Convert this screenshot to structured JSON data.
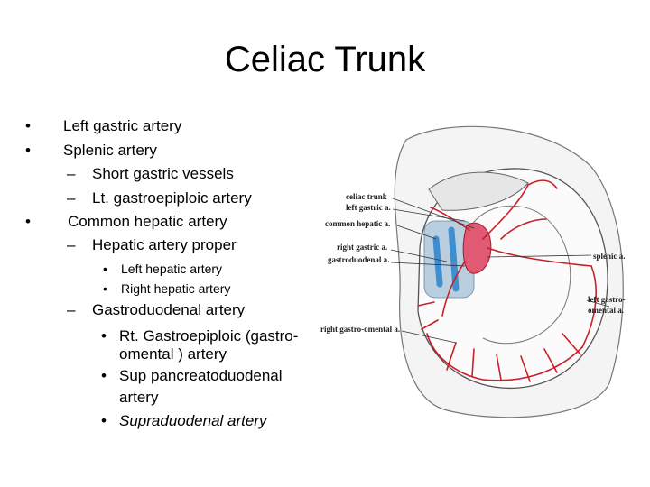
{
  "slide": {
    "title": "Celiac Trunk",
    "bullet_symbol": "•",
    "dash_symbol": "–",
    "items": {
      "left_gastric": "Left gastric artery",
      "splenic": "Splenic artery",
      "short_gastric": "Short gastric vessels",
      "lt_gastroepiploic": "Lt. gastroepiploic artery",
      "common_hepatic": "Common hepatic artery",
      "hepatic_proper": "Hepatic artery proper",
      "left_hepatic": "Left hepatic artery",
      "right_hepatic": "Right hepatic artery",
      "gastroduodenal": "Gastroduodenal artery",
      "rt_gastroepiploic_1": "Rt. Gastroepiploic (gastro-",
      "rt_gastroepiploic_2": "omental ) artery",
      "sup_pancreato_1": "Sup pancreatoduodenal",
      "sup_pancreato_2": "artery",
      "supraduodenal": "Supraduodenal artery"
    }
  },
  "figure": {
    "labels": {
      "celiac_trunk": "celiac trunk",
      "left_gastric": "left gastric a.",
      "common_hepatic": "common hepatic a.",
      "right_gastric": "right gastric a.",
      "gastroduodenal": "gastroduodenal a.",
      "splenic": "splenic a.",
      "left_gastro_1": "left gastro-",
      "left_gastro_2": "omental a.",
      "right_gastro_omental": "right gastro-omental a."
    },
    "colors": {
      "artery": "#c8202a",
      "artery_fill": "#e05a73",
      "vein": "#3f8fd0",
      "organ": "#f2f2f2",
      "outline": "#555555"
    }
  }
}
